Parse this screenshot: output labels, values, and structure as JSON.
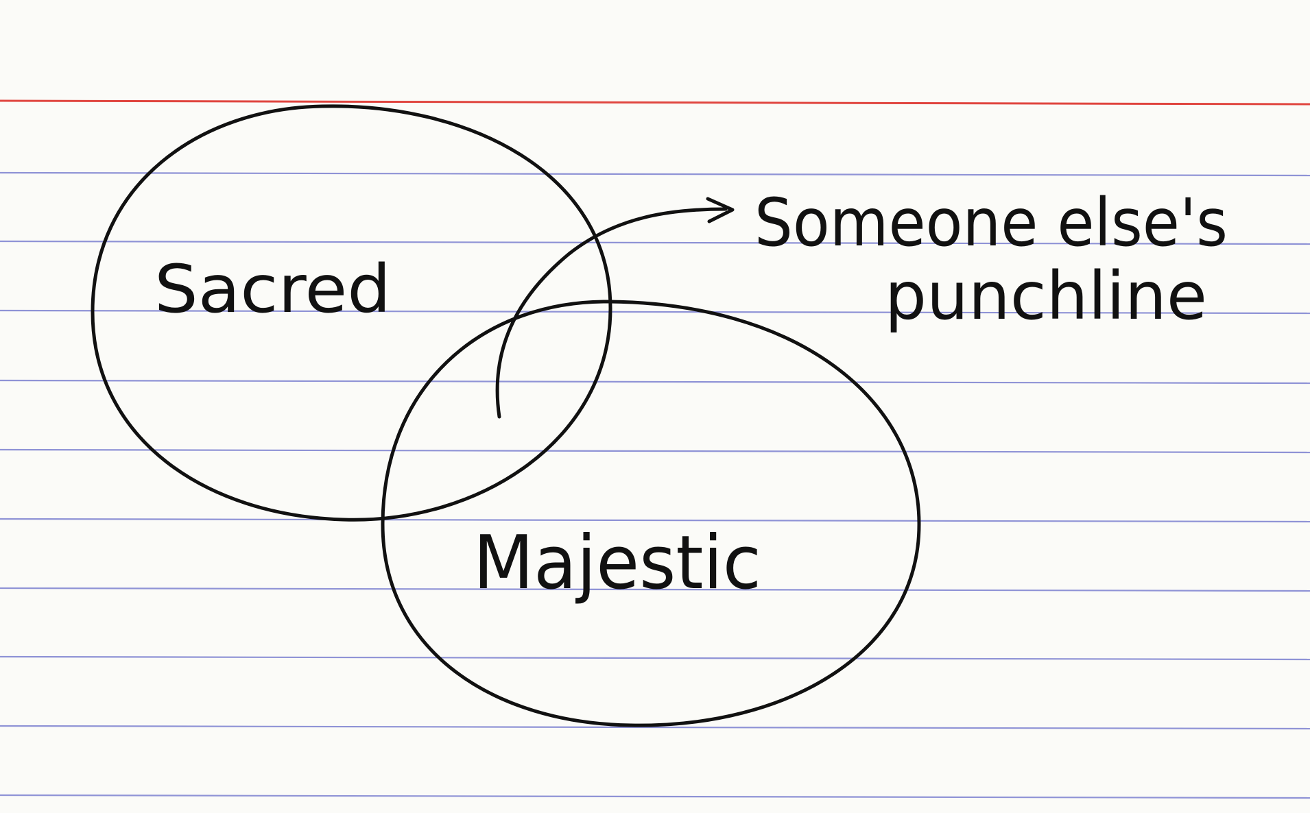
{
  "diagram": {
    "type": "venn",
    "sets": [
      {
        "label": "Sacred"
      },
      {
        "label": "Majestic"
      }
    ],
    "intersection_callout": {
      "line1": "Someone else's",
      "line2": "punchline"
    }
  },
  "colors": {
    "paper": "#fbfbf8",
    "ink": "#111111",
    "rule_line": "#8f93d6",
    "margin_line": "#e0453f"
  }
}
